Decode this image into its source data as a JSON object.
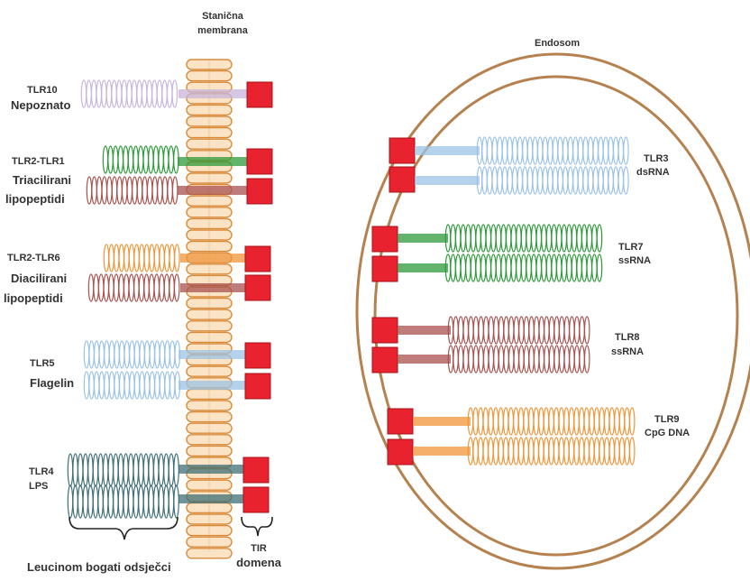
{
  "membrane_label_line1": "Stanična",
  "membrane_label_line2": "membrana",
  "endosome_label": "Endosom",
  "bottom": {
    "lrr_label": "Leucinom bogati odsječci",
    "tir_line1": "TIR",
    "tir_line2": "domena"
  },
  "surface_receptors": [
    {
      "name": "TLR10",
      "ligand": "Nepoznato",
      "ligand_line2": ""
    },
    {
      "name": "TLR2-TLR1",
      "ligand": "Triacilirani",
      "ligand_line2": "lipopeptidi"
    },
    {
      "name": "TLR2-TLR6",
      "ligand": "Diacilirani",
      "ligand_line2": "lipopeptidi"
    },
    {
      "name": "TLR5",
      "ligand": "Flagelin",
      "ligand_line2": ""
    },
    {
      "name": "TLR4",
      "ligand": "LPS",
      "ligand_line2": ""
    }
  ],
  "endosomal_receptors": [
    {
      "name": "TLR3",
      "ligand": "dsRNA"
    },
    {
      "name": "TLR7",
      "ligand": "ssRNA"
    },
    {
      "name": "TLR8",
      "ligand": "ssRNA"
    },
    {
      "name": "TLR9",
      "ligand": "CpG DNA"
    }
  ],
  "colors": {
    "tir": "#e8222e",
    "tir_border": "#a5141b",
    "membrane_fill": "#fbe3c6",
    "membrane_stroke": "#d98b3a",
    "endosome_ring": "#b5814e",
    "tlr10": "#c8b6dc",
    "tlr1": "#2e9a3a",
    "tlr2": "#a8524e",
    "tlr6": "#f0953a",
    "tlr5": "#9cc3e6",
    "tlr4": "#3f6f76",
    "tlr3": "#9cc3e6",
    "tlr7": "#2e9a3a",
    "tlr8": "#a8524e",
    "tlr9": "#f0953a"
  }
}
